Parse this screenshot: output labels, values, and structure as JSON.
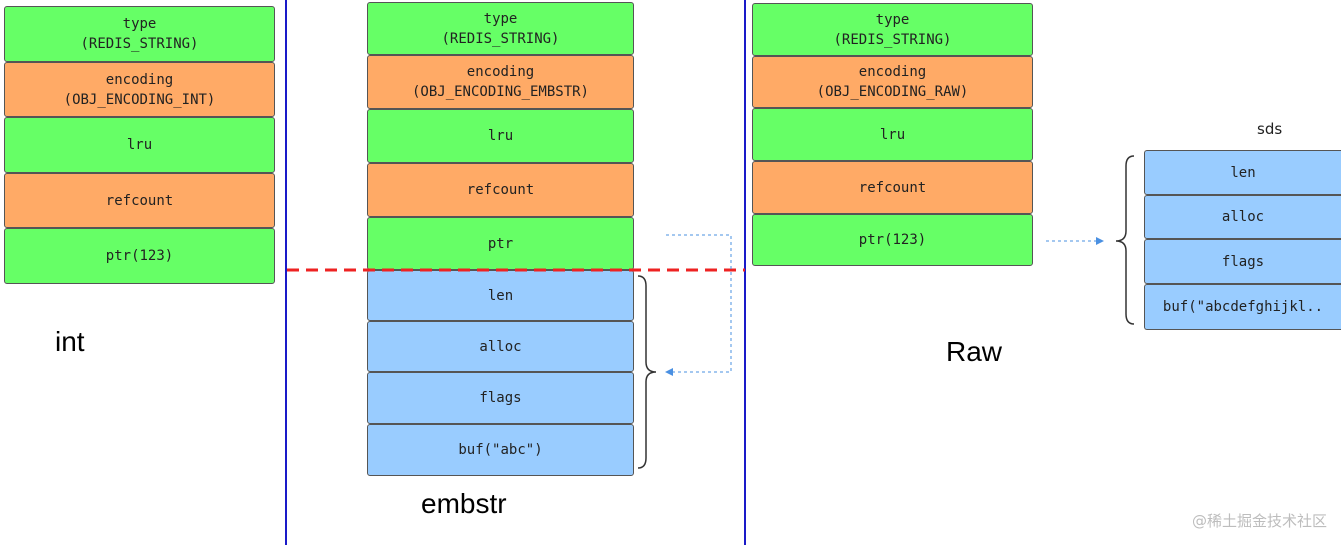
{
  "int_panel": {
    "caption": "int",
    "fields": [
      {
        "label": "type",
        "sub": "(REDIS_STRING)",
        "color": "green"
      },
      {
        "label": "encoding",
        "sub": "(OBJ_ENCODING_INT)",
        "color": "orange"
      },
      {
        "label": "lru",
        "color": "green"
      },
      {
        "label": "refcount",
        "color": "orange"
      },
      {
        "label": "ptr(123)",
        "color": "green"
      }
    ]
  },
  "embstr_panel": {
    "caption": "embstr",
    "fields": [
      {
        "label": "type",
        "sub": "(REDIS_STRING)",
        "color": "green"
      },
      {
        "label": "encoding",
        "sub": "(OBJ_ENCODING_EMBSTR)",
        "color": "orange"
      },
      {
        "label": "lru",
        "color": "green"
      },
      {
        "label": "refcount",
        "color": "orange"
      },
      {
        "label": "ptr",
        "color": "green"
      }
    ],
    "sds_fields": [
      {
        "label": "len"
      },
      {
        "label": "alloc"
      },
      {
        "label": "flags"
      },
      {
        "label": "buf(\"abc\")"
      }
    ]
  },
  "raw_panel": {
    "caption": "Raw",
    "fields": [
      {
        "label": "type",
        "sub": "(REDIS_STRING)",
        "color": "green"
      },
      {
        "label": "encoding",
        "sub": "(OBJ_ENCODING_RAW)",
        "color": "orange"
      },
      {
        "label": "lru",
        "color": "green"
      },
      {
        "label": "refcount",
        "color": "orange"
      },
      {
        "label": "ptr(123)",
        "color": "green"
      }
    ],
    "sds_title": "sds",
    "sds_fields": [
      {
        "label": "len"
      },
      {
        "label": "alloc"
      },
      {
        "label": "flags"
      },
      {
        "label": "buf(\"abcdefghijkl.."
      }
    ]
  },
  "watermark": "@稀土掘金技术社区",
  "colors": {
    "green": "#66ff66",
    "orange": "#ffaa66",
    "blue": "#99ccff",
    "divider": "#1a1ac8",
    "boundary": "#ee2222",
    "arrow": "#4a90e2"
  }
}
